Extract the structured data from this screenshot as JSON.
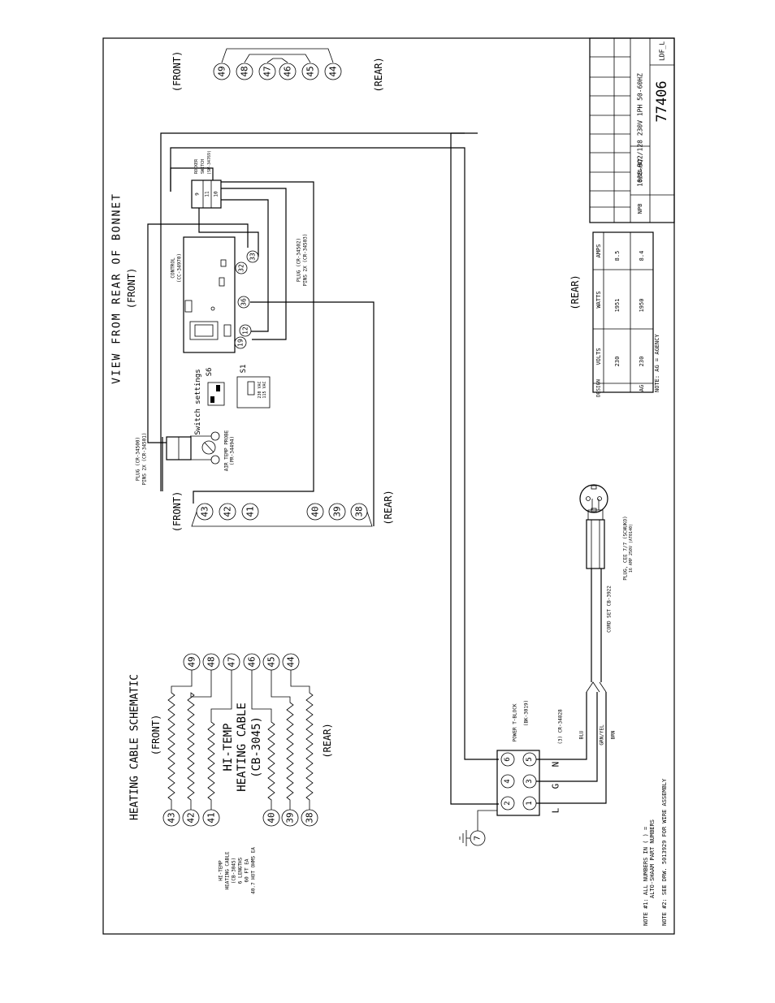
{
  "heating": {
    "title": "HEATING CABLE SCHEMATIC",
    "front": "(FRONT)",
    "rear": "(REAR)",
    "cable_label": "HI-TEMP",
    "cable_label2": "HEATING CABLE",
    "cable_part": "(CB-3045)",
    "left_terminals": [
      "43",
      "42",
      "41",
      "40",
      "39",
      "38"
    ],
    "right_terminals": [
      "49",
      "48",
      "47",
      "46",
      "45",
      "44"
    ],
    "spec_lines": [
      "HI-TEMP",
      "HEATING CABLE",
      "(CB-3045)",
      "6 LENGTHS",
      "60 FT EA",
      "40.7 HOT OHMS EA"
    ]
  },
  "bonnet": {
    "title": "VIEW FROM REAR OF BONNET",
    "front": "(FRONT)",
    "rear": "(REAR)",
    "top_terminals": [
      "49",
      "48",
      "47",
      "46",
      "45",
      "44"
    ],
    "lower_front": [
      "43",
      "42",
      "41"
    ],
    "lower_rear": [
      "40",
      "39",
      "38"
    ],
    "rocker_label": "ROCKER",
    "rocker_label2": "SWITCH",
    "rocker_part": "(SW-34769)",
    "rocker_pins": [
      "9",
      "11",
      "10"
    ],
    "control_label": "CONTROL",
    "control_part": "(CC-34970)",
    "control_pins": [
      "32",
      "33",
      "36",
      "19",
      "12"
    ],
    "plug_right": "PLUG (CR-34502)",
    "plug_right2": "PINS 2X (CR-34503)",
    "plug_left": "PLUG (CR-34500)",
    "plug_left2": "PINS 2X (CR-34501)",
    "probe_label": "AIR TEMP PROBE",
    "probe_part": "(PR-34494)",
    "switch_settings": "Switch settings",
    "s6": "S6",
    "s1": "S1",
    "volt_a": "230 VAC",
    "volt_b": "115 VAC"
  },
  "power": {
    "tblock_label": "POWER T-BLOCK",
    "tblock_part": "(BK-3019)",
    "jumpers": "(3) CR-34828",
    "top_row": [
      "2",
      "4",
      "6"
    ],
    "bottom_row": [
      "1",
      "3",
      "5"
    ],
    "ground": "7",
    "letters": [
      "L",
      "G",
      "N"
    ],
    "wire_blu": "BLU",
    "wire_grn": "GRN/YEL",
    "wire_brn": "BRN",
    "cord": "CORD SET CB-3922",
    "plug": "PLUG, CEE 7/7 (SCHUKO)",
    "plug2": "16 AMP 250V (AT0140)"
  },
  "specs": {
    "headers": [
      "DESIGN",
      "VOLTS",
      "WATTS",
      "AMPS"
    ],
    "rows": [
      [
        "",
        "230",
        "1951",
        "8.5"
      ],
      [
        "AG",
        "230",
        "1950",
        "8.4"
      ]
    ],
    "note": "NOTE: AG = AGENCY",
    "rear": "(REAR)"
  },
  "titleblock": {
    "drawing_no": "77406",
    "sheet": "LDF_L",
    "model": "1000-BQ2/128 230V 1PH 50-60HZ",
    "date": "6/21/07",
    "drawn": "NPB"
  },
  "notes": {
    "note1": "NOTE #1: ALL NUMBERS IN ( ) =",
    "note1b": "ALTO-SHAAM PART NUMBERS",
    "note2": "NOTE #2: SEE DRW. 5013929 FOR WIRE ASSEMBLY"
  }
}
